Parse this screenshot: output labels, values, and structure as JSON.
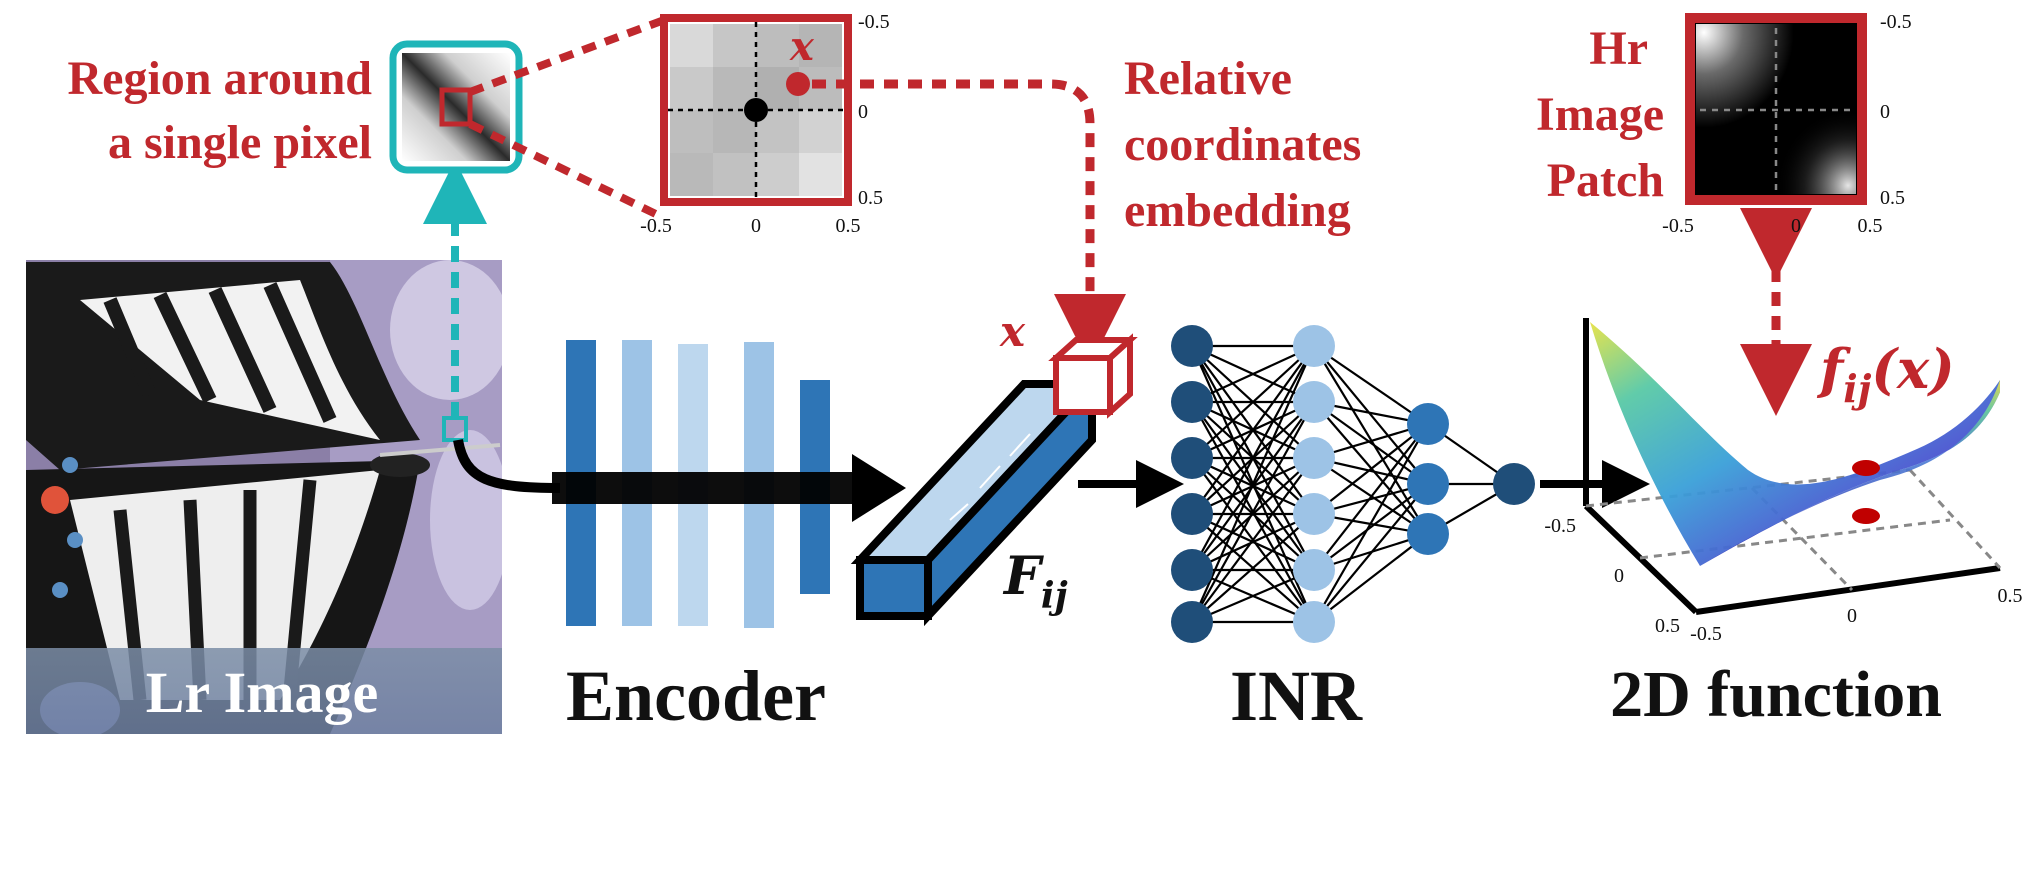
{
  "labels": {
    "region_line1": "Region around",
    "region_line2": "a single pixel",
    "relative_line1": "Relative",
    "relative_line2": "coordinates",
    "relative_line3": "embedding",
    "hr_line1": "Hr",
    "hr_line2": "Image",
    "hr_line3": "Patch",
    "lr_image": "Lr Image",
    "encoder": "Encoder",
    "inr": "INR",
    "function_2d": "2D function",
    "x_symbol_zoom": "x",
    "x_symbol_cube": "x",
    "feature_F": "F",
    "feature_sub": "ij",
    "f_label": "f",
    "f_sub": "ij",
    "f_arg": "(x)"
  },
  "ticks": {
    "zoom_top_right": "-0.5",
    "zoom_mid_right": "0",
    "zoom_bottom_right": "0.5",
    "zoom_bottom_left": "-0.5",
    "zoom_bottom_mid": "0",
    "zoom_bottom_end": "0.5",
    "hr_top_right": "-0.5",
    "hr_mid_right": "0",
    "hr_bottom_right": "0.5",
    "hr_bottom_left": "-0.5",
    "hr_bottom_mid": "0",
    "hr_bottom_end": "0.5",
    "surf_left": "-0.5",
    "surf_left0": "0",
    "surf_left05": "0.5",
    "surf_bottom_start": "-0.5",
    "surf_bottom_mid": "0",
    "surf_bottom_end": "0.5"
  },
  "colors": {
    "red": "#c0282d",
    "teal": "#1fb5b8",
    "encoder_dark": "#2e75b6",
    "encoder_light": "#9dc3e6",
    "encoder_lighter": "#bdd7ee",
    "node_dark": "#1f4e79",
    "node_light": "#9dc3e6",
    "node_mid": "#2e75b6"
  },
  "icons": {
    "butterfly": "butterfly-image",
    "feature_cube": "feature-cube-icon",
    "neural_net": "neural-network-icon",
    "surface": "surface-plot-icon"
  }
}
